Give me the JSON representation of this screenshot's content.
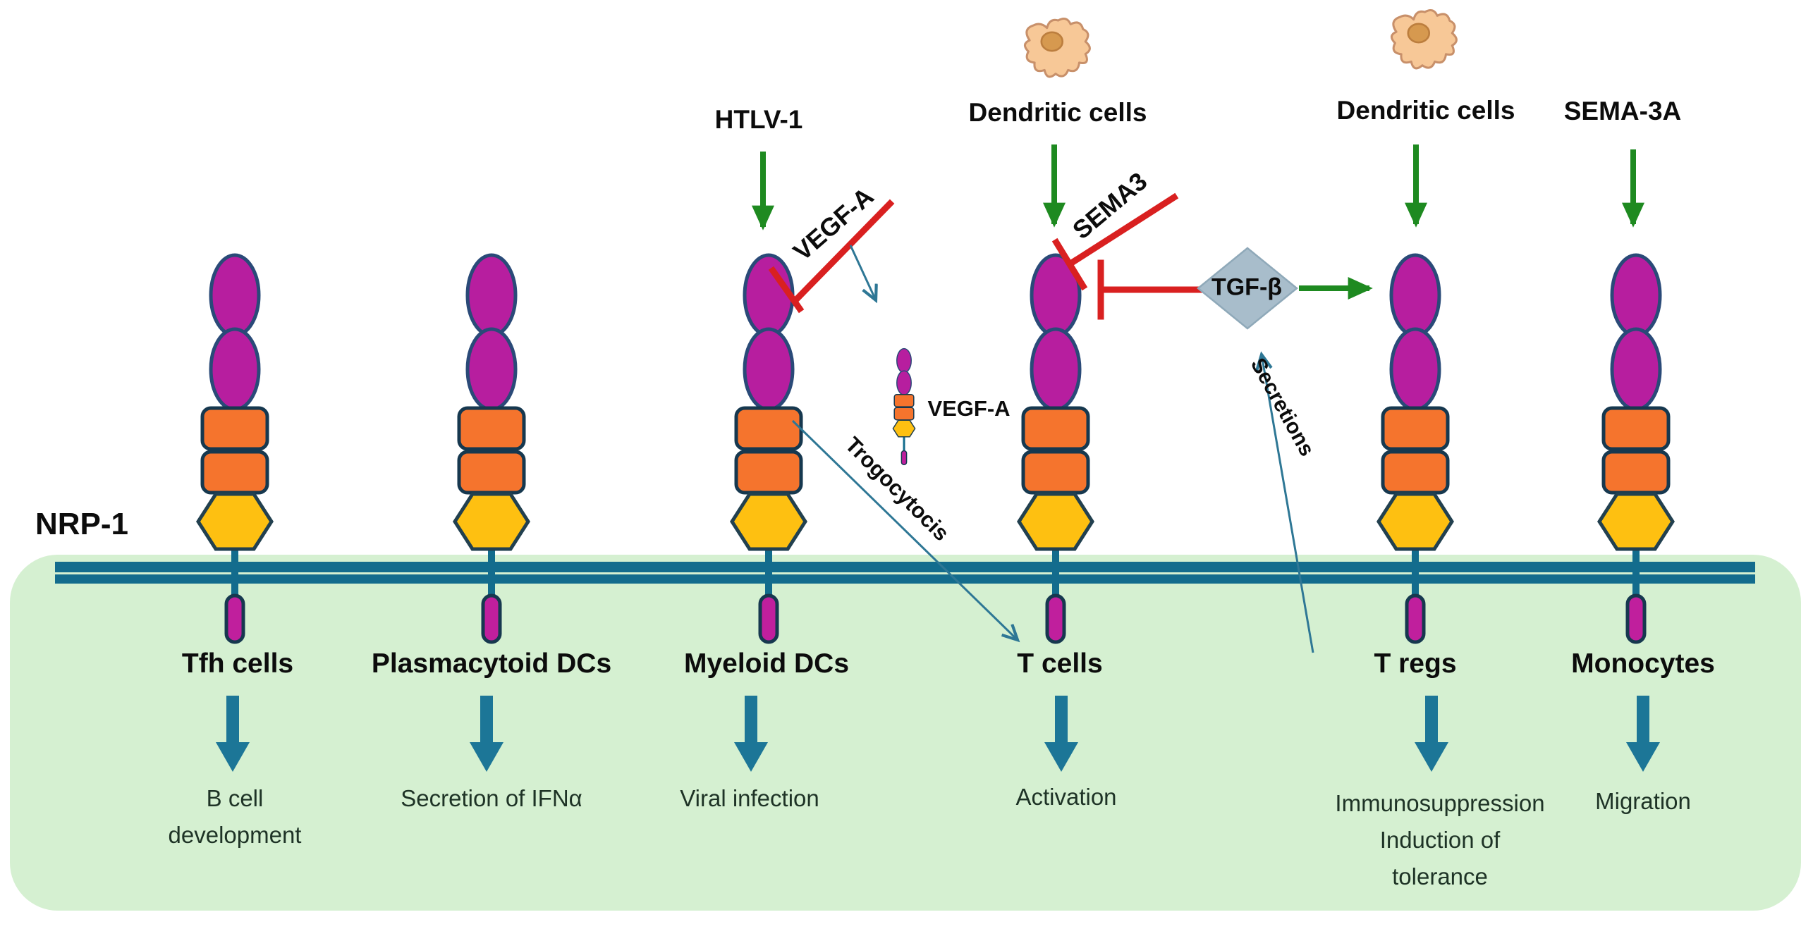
{
  "diagram": {
    "membrane_label": "NRP-1",
    "top_labels": {
      "htlv1": "HTLV-1",
      "dendritic_cells_1": "Dendritic cells",
      "dendritic_cells_2": "Dendritic cells",
      "sema3a": "SEMA-3A"
    },
    "mediators": {
      "vegfa_inhibition": "VEGF-A",
      "sema3_inhibition": "SEMA3",
      "vegfa_soluble": "VEGF-A",
      "tgfb": "TGF-β",
      "trogocytosis": "Trogocytocis",
      "secretions": "Secretions"
    },
    "columns": [
      {
        "cell": "Tfh cells",
        "outcome": [
          "B cell",
          "development"
        ]
      },
      {
        "cell": "Plasmacytoid DCs",
        "outcome": [
          "Secretion of IFNα"
        ]
      },
      {
        "cell": "Myeloid DCs",
        "outcome": [
          "Viral infection"
        ]
      },
      {
        "cell": "T cells",
        "outcome": [
          "Activation"
        ]
      },
      {
        "cell": "T regs",
        "outcome": [
          "Immunosuppression",
          "Induction of",
          "tolerance"
        ]
      },
      {
        "cell": "Monocytes",
        "outcome": [
          "Migration"
        ]
      }
    ],
    "colors": {
      "cytoplasm_green": "#D5F0D1",
      "membrane_teal": "#136C8D",
      "receptor_magenta": "#B71E9F",
      "receptor_orange": "#F5742D",
      "receptor_yellow": "#FEC011",
      "block_arrow_teal": "#1C7697",
      "signal_arrow_green": "#1E8A20",
      "inhibition_red": "#D92020",
      "tgfb_diamond_blue": "#A8BDCB",
      "dendritic_cell_peach": "#F7C897"
    }
  }
}
